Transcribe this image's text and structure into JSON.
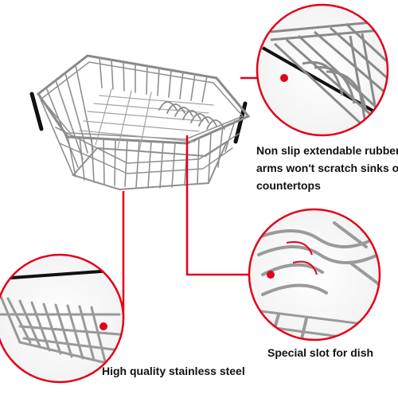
{
  "product": {
    "name": "stainless steel dish drainer basket with extendable rubber arms"
  },
  "callouts": [
    {
      "id": "non-slip-arms",
      "lines": [
        "Non slip extendable rubber",
        "arms won't scratch sinks or",
        "countertops"
      ]
    },
    {
      "id": "dish-slot",
      "lines": [
        "Special slot for dish"
      ]
    },
    {
      "id": "stainless-steel",
      "lines": [
        "High quality stainless steel"
      ]
    }
  ],
  "colors": {
    "accent": "#e3001b",
    "wire": "#9a9a9a",
    "wire_dark": "#6f6f6f",
    "rubber": "#111111",
    "text": "#111111",
    "background": "#ffffff"
  }
}
